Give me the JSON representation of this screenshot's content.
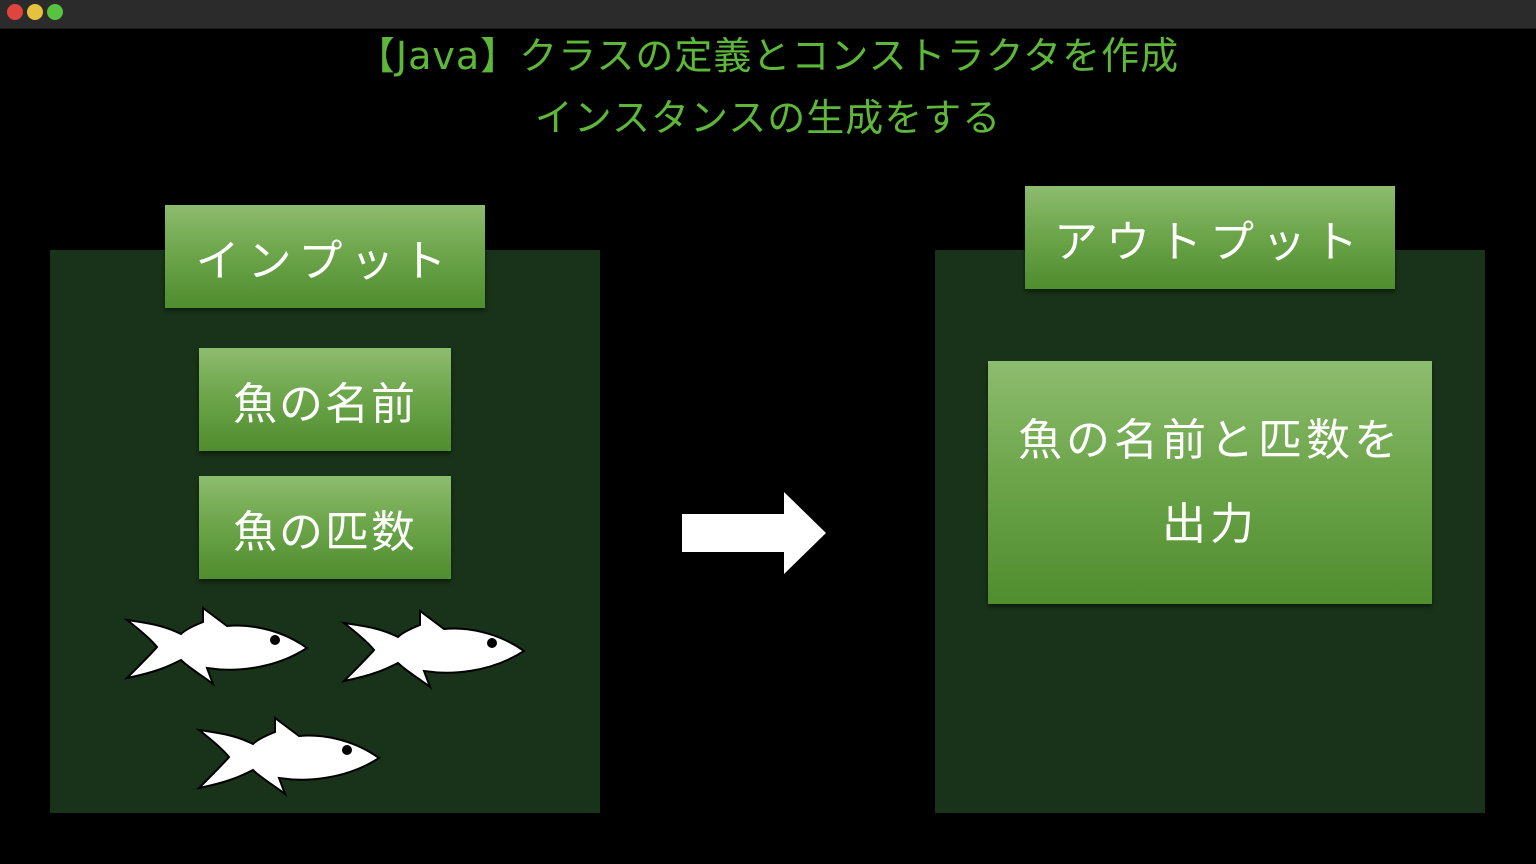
{
  "window": {
    "traffic_lights": [
      "close",
      "minimize",
      "maximize"
    ]
  },
  "heading": {
    "line1": "【Java】クラスの定義とコンストラクタを作成",
    "line2": "インスタンスの生成をする",
    "color": "#5db83a"
  },
  "input_panel": {
    "label": "インプット",
    "items": [
      "魚の名前",
      "魚の匹数"
    ],
    "fish_icons": [
      "fish-icon",
      "fish-icon",
      "fish-icon"
    ]
  },
  "arrow": {
    "icon": "right-arrow-icon"
  },
  "output_panel": {
    "label": "アウトプット",
    "result": "魚の名前と匹数を出力"
  },
  "colors": {
    "background": "#000000",
    "panel": "#18331a",
    "box_top": "#8dbc6e",
    "box_bottom": "#4f8d2e",
    "box_text": "#ffffff"
  }
}
